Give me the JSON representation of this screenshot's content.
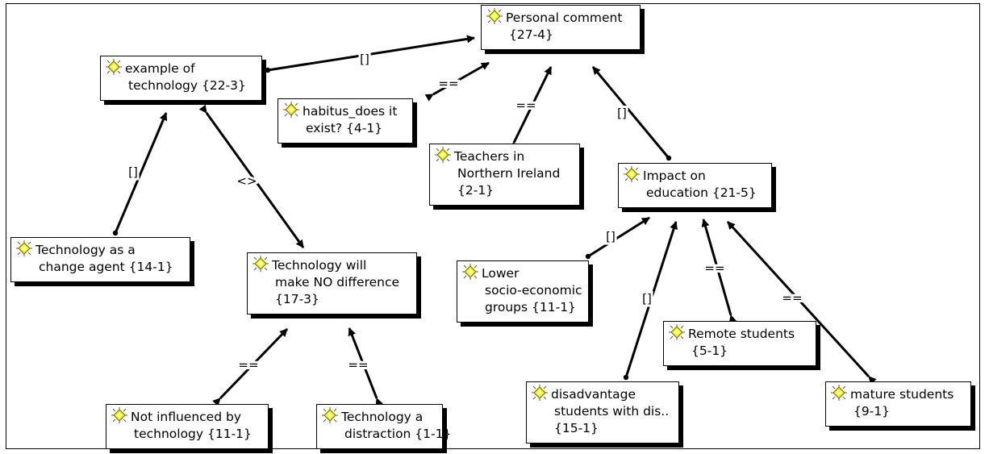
{
  "nodes": [
    {
      "id": "personal-comment",
      "lines": [
        "Personal comment",
        "{27-4}"
      ]
    },
    {
      "id": "example-of-technology",
      "lines": [
        "example of",
        "technology {22-3}"
      ]
    },
    {
      "id": "habitus",
      "lines": [
        "habitus_does it",
        "exist? {4-1}"
      ]
    },
    {
      "id": "teachers-ni",
      "lines": [
        "Teachers in",
        "Northern Ireland",
        "{2-1}"
      ]
    },
    {
      "id": "impact-on-education",
      "lines": [
        "Impact on",
        "education {21-5}"
      ]
    },
    {
      "id": "technology-change-agent",
      "lines": [
        "Technology as a",
        "change agent {14-1}"
      ]
    },
    {
      "id": "technology-no-difference",
      "lines": [
        "Technology will",
        "make NO difference",
        "{17-3}"
      ]
    },
    {
      "id": "lower-socio-economic",
      "lines": [
        "Lower",
        "socio-economic",
        "groups {11-1}"
      ]
    },
    {
      "id": "remote-students",
      "lines": [
        "Remote students",
        "{5-1}"
      ]
    },
    {
      "id": "not-influenced",
      "lines": [
        "Not influenced by",
        "technology {11-1}"
      ]
    },
    {
      "id": "technology-distraction",
      "lines": [
        "Technology a",
        "distraction {1-1}"
      ]
    },
    {
      "id": "disadvantage-students",
      "lines": [
        "disadvantage",
        "students with dis..",
        "{15-1}"
      ]
    },
    {
      "id": "mature-students",
      "lines": [
        "mature students",
        "{9-1}"
      ]
    }
  ],
  "edges": [
    {
      "from": "example-of-technology",
      "to": "personal-comment",
      "label": "[]"
    },
    {
      "from": "habitus",
      "to": "personal-comment",
      "label": "=="
    },
    {
      "from": "teachers-ni",
      "to": "personal-comment",
      "label": "=="
    },
    {
      "from": "impact-on-education",
      "to": "personal-comment",
      "label": "[]"
    },
    {
      "from": "technology-change-agent",
      "to": "example-of-technology",
      "label": "[]"
    },
    {
      "from": "example-of-technology",
      "to": "technology-no-difference",
      "label": "<>"
    },
    {
      "from": "not-influenced",
      "to": "technology-no-difference",
      "label": "=="
    },
    {
      "from": "technology-distraction",
      "to": "technology-no-difference",
      "label": "=="
    },
    {
      "from": "lower-socio-economic",
      "to": "impact-on-education",
      "label": "[]"
    },
    {
      "from": "disadvantage-students",
      "to": "impact-on-education",
      "label": "[]"
    },
    {
      "from": "remote-students",
      "to": "impact-on-education",
      "label": "=="
    },
    {
      "from": "mature-students",
      "to": "impact-on-education",
      "label": "=="
    }
  ]
}
